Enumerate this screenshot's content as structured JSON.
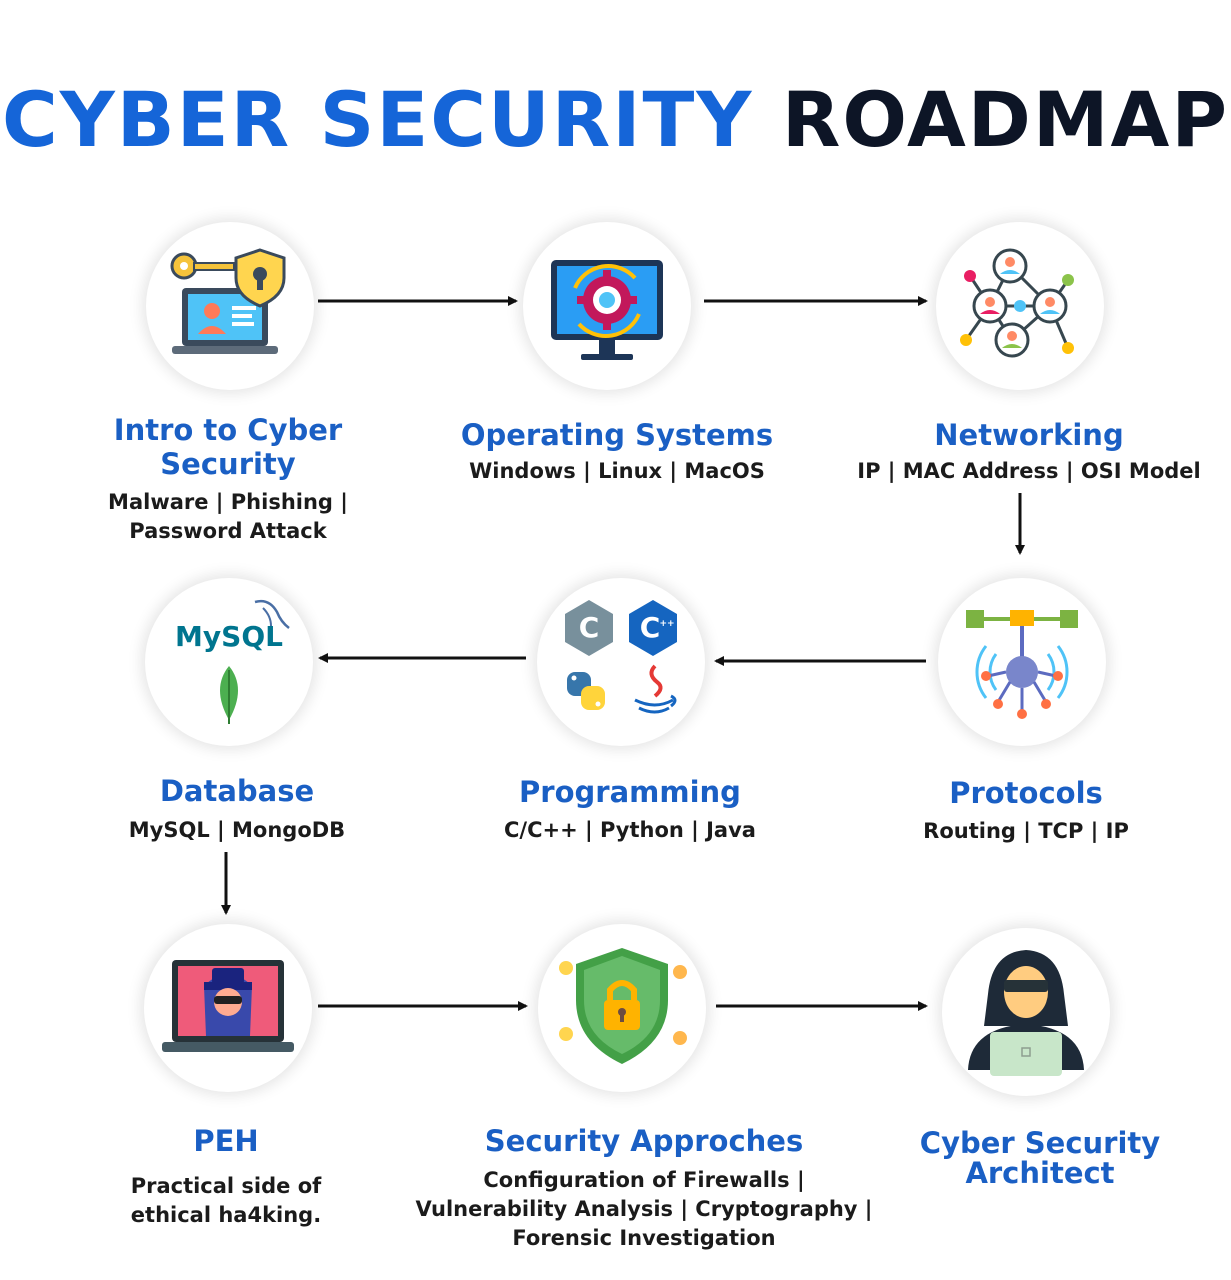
{
  "title": {
    "part1": "CYBER SECURITY",
    "part2": "ROADMAP"
  },
  "nodes": [
    {
      "title_line1": "Intro to Cyber",
      "title_line2": "Security",
      "subtitle_line1": "Malware | Phishing |",
      "subtitle_line2": "Password Attack"
    },
    {
      "title": "Operating Systems",
      "subtitle": "Windows | Linux | MacOS"
    },
    {
      "title": "Networking",
      "subtitle": "IP | MAC Address | OSI Model"
    },
    {
      "title": "Protocols",
      "subtitle": "Routing | TCP | IP"
    },
    {
      "title": "Programming",
      "subtitle": "C/C++ | Python | Java"
    },
    {
      "title": "Database",
      "subtitle": "MySQL | MongoDB",
      "logo_text": "MySQL"
    },
    {
      "title": "PEH",
      "subtitle_line1": "Practical side of",
      "subtitle_line2": "ethical ha4king."
    },
    {
      "title": "Security Approches",
      "subtitle_line1": "Configuration of Firewalls |",
      "subtitle_line2": "Vulnerability Analysis | Cryptography |",
      "subtitle_line3": "Forensic Investigation"
    },
    {
      "title_line1": "Cyber Security",
      "title_line2": "Architect"
    }
  ],
  "icons": [
    "key-shield-laptop-icon",
    "monitor-gear-icon",
    "people-network-icon",
    "protocol-hub-icon",
    "programming-languages-icon",
    "mysql-mongodb-icon",
    "hacker-laptop-icon",
    "security-shield-lock-icon",
    "hooded-hacker-icon"
  ],
  "colors": {
    "title_blue": "#1565d8",
    "title_dark": "#0d1526",
    "node_title": "#1a5fc4"
  }
}
